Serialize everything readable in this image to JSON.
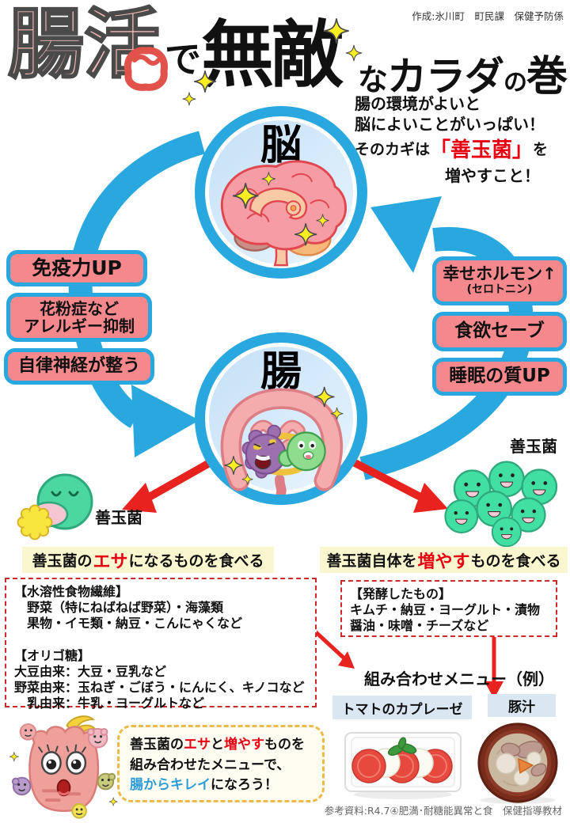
{
  "header": {
    "credit": "作成:氷川町　町民課　保健予防係",
    "title": {
      "pink": "腸活",
      "de": "で",
      "muteki": "無敵",
      "na": "な",
      "karada": "カラダ",
      "no": "の",
      "maki": "巻"
    }
  },
  "intro": {
    "line1": "腸の環境がよいと",
    "line2": "脳によいことがいっぱい！",
    "line3_pre": "そのカギは",
    "line3_highlight": "「善玉菌」",
    "line3_post": "を",
    "line4": "増やすこと！"
  },
  "cycle": {
    "brain_label": "脳",
    "gut_label": "腸",
    "left_effects": [
      {
        "line1": "免疫力UP",
        "line2": ""
      },
      {
        "line1": "花粉症など",
        "line2": "アレルギー抑制"
      },
      {
        "line1": "自律神経が整う",
        "line2": ""
      }
    ],
    "right_effects": [
      {
        "line1": "幸せホルモン↑",
        "line2": "(セロトニン)"
      },
      {
        "line1": "食欲セーブ",
        "line2": ""
      },
      {
        "line1": "睡眠の質UP",
        "line2": ""
      }
    ],
    "good_bacteria_label_left": "善玉菌",
    "good_bacteria_label_right": "善玉菌"
  },
  "feed_section": {
    "header_pre": "善玉菌の",
    "header_highlight": "エサ",
    "header_post": "になるものを食べる",
    "lines": [
      "【水溶性食物繊維】",
      "　野菜（特にねばねば野菜）・海藻類",
      "　果物・イモ類・納豆・こんにゃくなど",
      "",
      "【オリゴ糖】",
      "大豆由来：大豆・豆乳など",
      "野菜由来：玉ねぎ・ごぼう・にんにく、キノコなど",
      "　乳由来：牛乳・ヨーグルトなど"
    ]
  },
  "increase_section": {
    "header_pre": "善玉菌自体を",
    "header_highlight": "増やす",
    "header_post": "ものを食べる",
    "lines": [
      "【発酵したもの】",
      "キムチ・納豆・ヨーグルト・漬物",
      "醤油・味噌・チーズなど"
    ]
  },
  "menu": {
    "title": "組み合わせメニュー（例）",
    "items": [
      {
        "label": "トマトのカプレーゼ"
      },
      {
        "label": "豚汁"
      }
    ]
  },
  "speech": {
    "l1_pre": "善玉菌の",
    "l1_hl1": "エサ",
    "l1_mid": "と",
    "l1_hl2": "増やす",
    "l1_post": "ものを",
    "l2": "組み合わせたメニューで、",
    "l3_hl": "腸からキレイ",
    "l3_post": "になろう！"
  },
  "footer": {
    "reference": "参考資料:R4.7④肥満･耐糖能異常と食　保健指導教材"
  },
  "colors": {
    "accent_blue": "#29A8E0",
    "box_pink": "#F5888C",
    "highlight_red": "#E60012",
    "header_yellow": "#FAF6CF",
    "keyword_blue": "#2E9BD6",
    "good_bacteria_green": "#42DFA2"
  }
}
